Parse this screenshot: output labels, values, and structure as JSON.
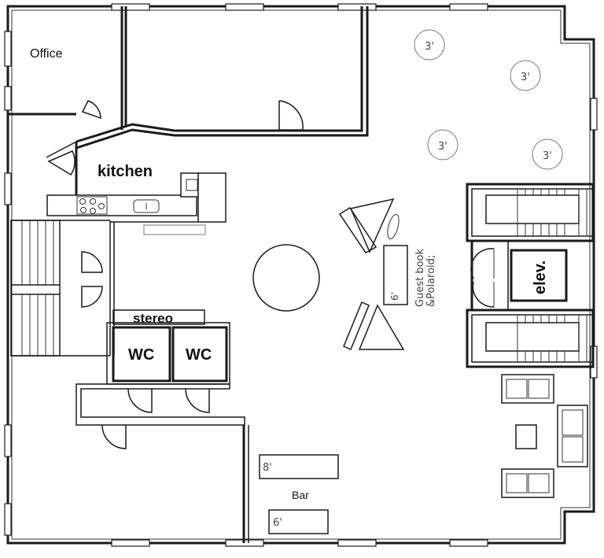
{
  "rooms": {
    "office": "Office",
    "kitchen": "kitchen",
    "stereo": "stereo",
    "wc_left": "WC",
    "wc_right": "WC",
    "elevator": "elev.",
    "bar": "Bar",
    "guest_book": "Guest book",
    "polaroid": "&Polaroid;"
  },
  "table_sizes": {
    "round_1": "3'",
    "round_2": "3'",
    "round_3": "3'",
    "round_4": "3'",
    "guest_table": "6'",
    "bar_upper": "8'",
    "bar_lower": "6'"
  }
}
